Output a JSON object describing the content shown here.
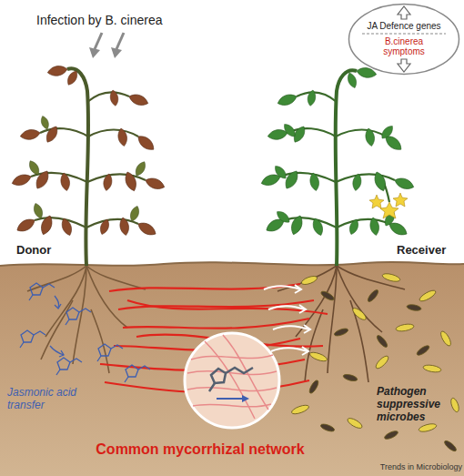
{
  "diagram": {
    "nodes": [
      {
        "text": [
          "JA Defence genes",
          "B.cinerea symptoms"
        ]
      }
    ],
    "labels": [
      "Infection by B. cinerea",
      "Donor",
      "Receiver",
      "Jasmonic acid transfer",
      "Pathogen suppressive microbes",
      "Common mycorrhizal network",
      "Trends in Microbiology"
    ]
  }
}
